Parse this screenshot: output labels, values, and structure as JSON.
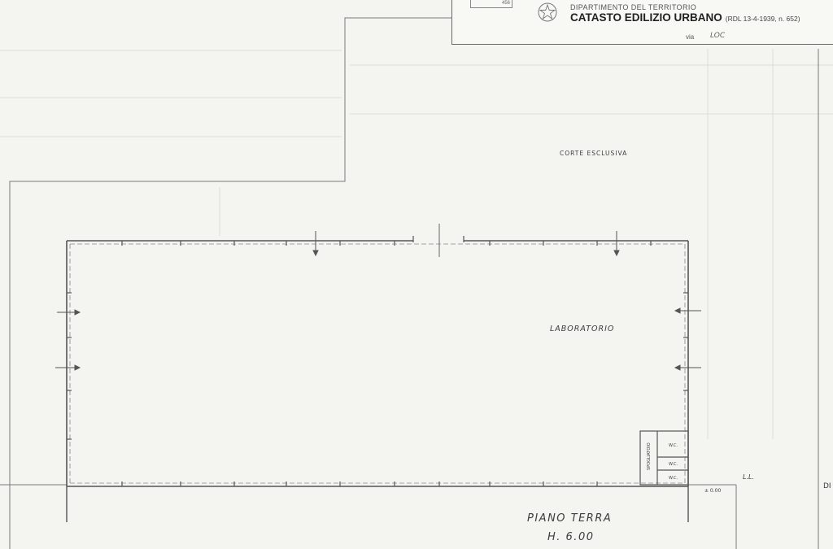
{
  "header": {
    "department": "DIPARTIMENTO DEL TERRITORIO",
    "title": "CATASTO EDILIZIO URBANO",
    "law_reference": "(RDL 13-4-1939, n. 652)",
    "via_label": "via",
    "via_value": "LOC",
    "small_stamp_text": "456"
  },
  "plan": {
    "outdoor_area_label": "CORTE ESCLUSIVA",
    "room_label": "LABORATORIO",
    "services_label": "SPOGLIATOIO",
    "wc_labels": [
      "W.C.",
      "W.C.",
      "W.C."
    ],
    "floor_label": "PIANO TERRA",
    "height_label": "H. 6.00",
    "level_marker": "± 0.00",
    "right_marker": "L.L.",
    "edge_text": "DI"
  },
  "colors": {
    "paper": "#f4f4f1",
    "ink": "#4a4a4a",
    "faint_ink": "#9a9a9a"
  }
}
